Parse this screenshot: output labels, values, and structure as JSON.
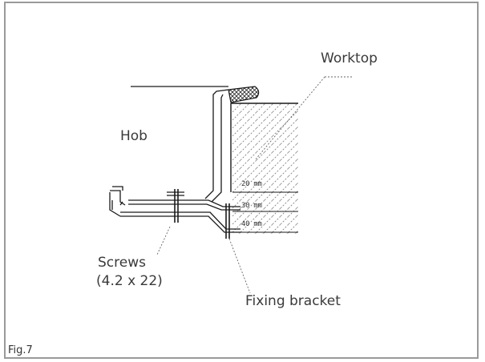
{
  "labels": {
    "worktop": "Worktop",
    "hob": "Hob",
    "screws_line1": "Screws",
    "screws_line2": "(4.2 x 22)",
    "fixing_bracket": "Fixing bracket",
    "fig": "Fig.7"
  },
  "dimensions": {
    "d1": "20 mm",
    "d2": "30 mm",
    "d3": "40 mm"
  },
  "colors": {
    "line": "#1a1a1a",
    "frame": "#9a9a9a",
    "text": "#3a3a3a"
  }
}
